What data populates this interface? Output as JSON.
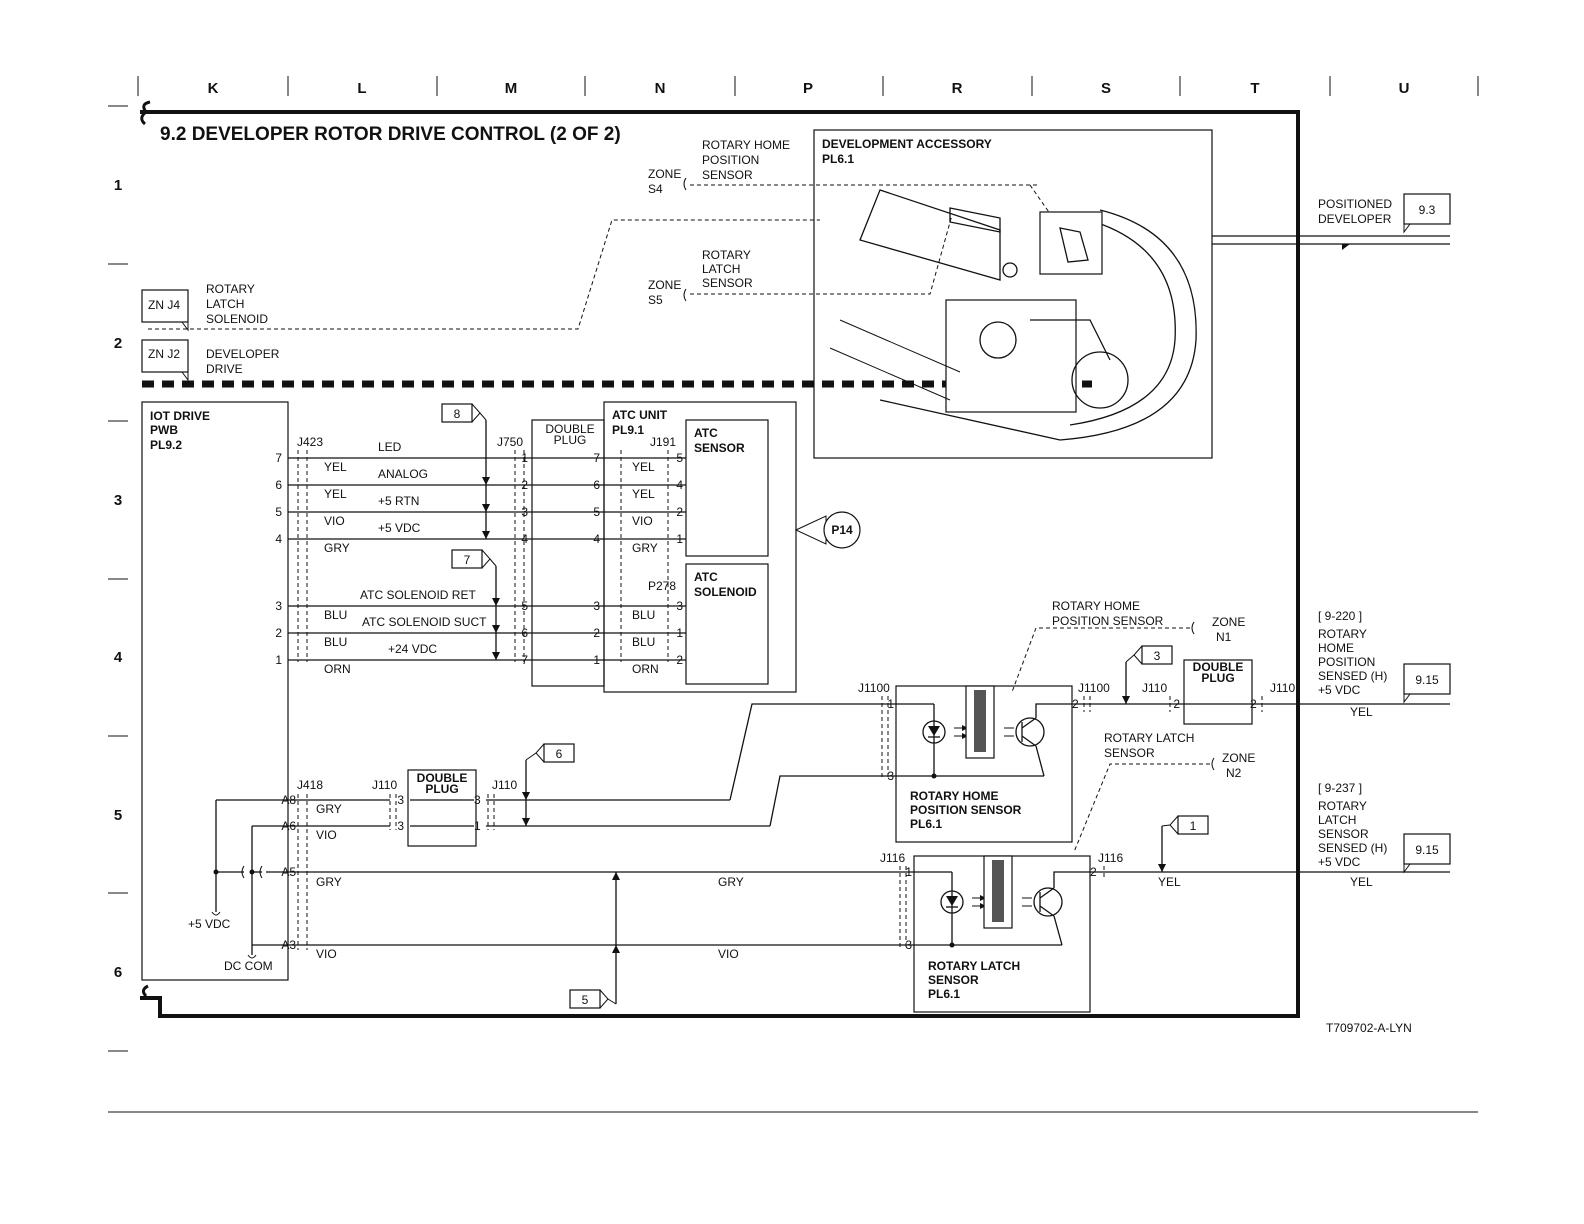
{
  "grid": {
    "columns": [
      "K",
      "L",
      "M",
      "N",
      "P",
      "R",
      "S",
      "T",
      "U"
    ],
    "rows": [
      "1",
      "2",
      "3",
      "4",
      "5",
      "6"
    ]
  },
  "title": "9.2 DEVELOPER ROTOR DRIVE CONTROL (2 OF 2)",
  "figure_id": "T709702-A-LYN",
  "top": {
    "rotary_home_sensor_label": [
      "ROTARY HOME",
      "POSITION",
      "SENSOR"
    ],
    "zone_s4": [
      "ZONE",
      "S4"
    ],
    "rotary_latch_sensor_label": [
      "ROTARY",
      "LATCH",
      "SENSOR"
    ],
    "zone_s5": [
      "ZONE",
      "S5"
    ],
    "dev_accessory": [
      "DEVELOPMENT ACCESSORY",
      "PL6.1"
    ],
    "positioned_developer": [
      "POSITIONED",
      "DEVELOPER"
    ],
    "ref_93": "9.3",
    "zn_j4": "ZN J4",
    "rotary_latch_solenoid": [
      "ROTARY",
      "LATCH",
      "SOLENOID"
    ],
    "zn_j2": "ZN J2",
    "developer_drive": [
      "DEVELOPER",
      "DRIVE"
    ]
  },
  "iot": {
    "name": [
      "IOT DRIVE",
      "PWB",
      "PL9.2"
    ],
    "j423": "J423",
    "j750": "J750",
    "j418": "J418",
    "pins_upper": [
      "7",
      "6",
      "5",
      "4"
    ],
    "pins_lower": [
      "3",
      "2",
      "1"
    ],
    "pins_j418": [
      "A8",
      "A6",
      "A5",
      "A3"
    ],
    "signals_upper": [
      "LED",
      "ANALOG",
      "+5 RTN",
      "+5 VDC"
    ],
    "colors_upper": [
      "YEL",
      "YEL",
      "VIO",
      "GRY"
    ],
    "signals_lower": [
      "ATC SOLENOID RET",
      "ATC SOLENOID SUCT",
      "+24 VDC"
    ],
    "colors_lower": [
      "BLU",
      "BLU",
      "ORN"
    ],
    "plus5": "+5 VDC",
    "dccom": "DC COM"
  },
  "callouts": {
    "c8": "8",
    "c7": "7",
    "c6": "6",
    "c5": "5",
    "c3": "3",
    "c1": "1",
    "p14": "P14"
  },
  "double_plug": {
    "label": [
      "DOUBLE",
      "PLUG"
    ]
  },
  "atc": {
    "unit": [
      "ATC UNIT",
      "PL9.1"
    ],
    "j191": "J191",
    "p278": "P278",
    "sensor": [
      "ATC",
      "SENSOR"
    ],
    "solenoid": [
      "ATC",
      "SOLENOID"
    ],
    "j750_pins": [
      "1",
      "2",
      "3",
      "4",
      "5",
      "6",
      "7"
    ],
    "plug_pins_upper": [
      "7",
      "6",
      "5",
      "4"
    ],
    "plug_pins_lower": [
      "3",
      "2",
      "1"
    ],
    "sensor_pins": [
      "5",
      "4",
      "2",
      "1"
    ],
    "solenoid_pins": [
      "3",
      "1",
      "2"
    ]
  },
  "home_sensor": {
    "callout": [
      "ROTARY HOME",
      "POSITION SENSOR"
    ],
    "zone": [
      "ZONE",
      "N1"
    ],
    "j1100": "J1100",
    "j110": "J110",
    "name": [
      "ROTARY HOME",
      "POSITION SENSOR",
      "PL6.1"
    ],
    "ref": "[ 9-220 ]",
    "signal": [
      "ROTARY",
      "HOME",
      "POSITION",
      "SENSED (H)",
      "+5 VDC"
    ],
    "wire": "YEL",
    "ref2": "9.15"
  },
  "latch_sensor": {
    "callout": [
      "ROTARY LATCH",
      "SENSOR"
    ],
    "zone": [
      "ZONE",
      "N2"
    ],
    "j116": "J116",
    "name": [
      "ROTARY LATCH",
      "SENSOR",
      "PL6.1"
    ],
    "ref": "[ 9-237 ]",
    "signal": [
      "ROTARY",
      "LATCH",
      "SENSOR",
      "SENSED (H)",
      "+5 VDC"
    ],
    "wire_mid": "YEL",
    "wire": "YEL",
    "ref2": "9.15"
  },
  "j110": "J110",
  "lower_wires": {
    "gry": "GRY",
    "vio": "VIO"
  }
}
